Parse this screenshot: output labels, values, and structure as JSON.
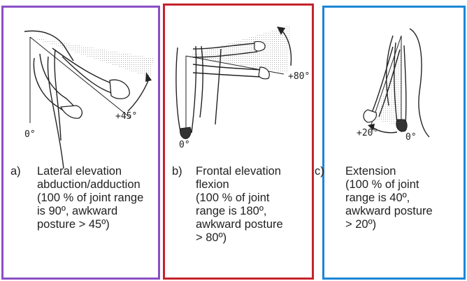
{
  "panels": [
    {
      "letter": "a)",
      "angles": [
        "+45°",
        "0°"
      ],
      "lines": [
        "Lateral elevation",
        "abduction/adduction",
        "(100 % of joint range",
        "is 90º, awkward",
        "posture > 45º)"
      ],
      "border_color": "#8a4fc3"
    },
    {
      "letter": "b)",
      "angles": [
        "+80°",
        "0°"
      ],
      "lines": [
        "Frontal elevation",
        "flexion",
        "(100 % of joint",
        "range is 180º,",
        "awkward posture",
        "> 80º)"
      ],
      "border_color": "#c4232c"
    },
    {
      "letter": "c)",
      "angles": [
        "+20°",
        "0°"
      ],
      "lines": [
        "Extension",
        "(100 % of joint",
        "range is 40º,",
        "awkward posture",
        "> 20º)"
      ],
      "border_color": "#1b86d6"
    }
  ]
}
